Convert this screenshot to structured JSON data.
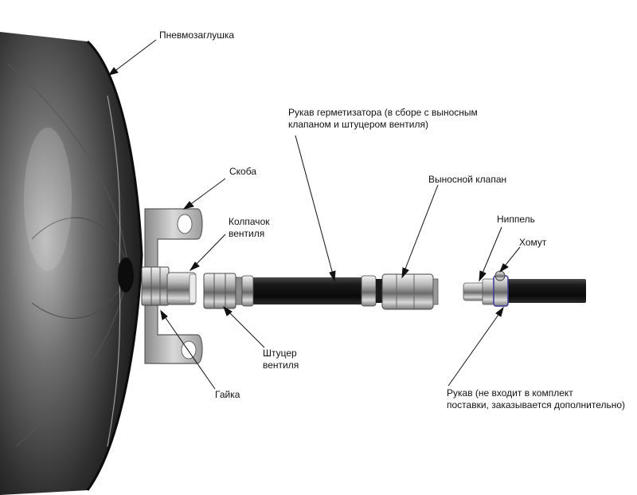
{
  "labels": {
    "plug": "Пневмозаглушка",
    "hose_line1": "Рукав герметизатора (в сборе с выносным",
    "hose_line2": "клапаном и штуцером вентиля)",
    "bracket": "Скоба",
    "remote_valve": "Выносной клапан",
    "cap_line1": "Колпачок",
    "cap_line2": "вентиля",
    "nipple": "Ниппель",
    "clamp": "Хомут",
    "fitting_line1": "Штуцер",
    "fitting_line2": "вентиля",
    "nut": "Гайка",
    "ext_hose_line1": "Рукав (не входит в комплект",
    "ext_hose_line2": "поставки, заказывается дополнительно)"
  }
}
